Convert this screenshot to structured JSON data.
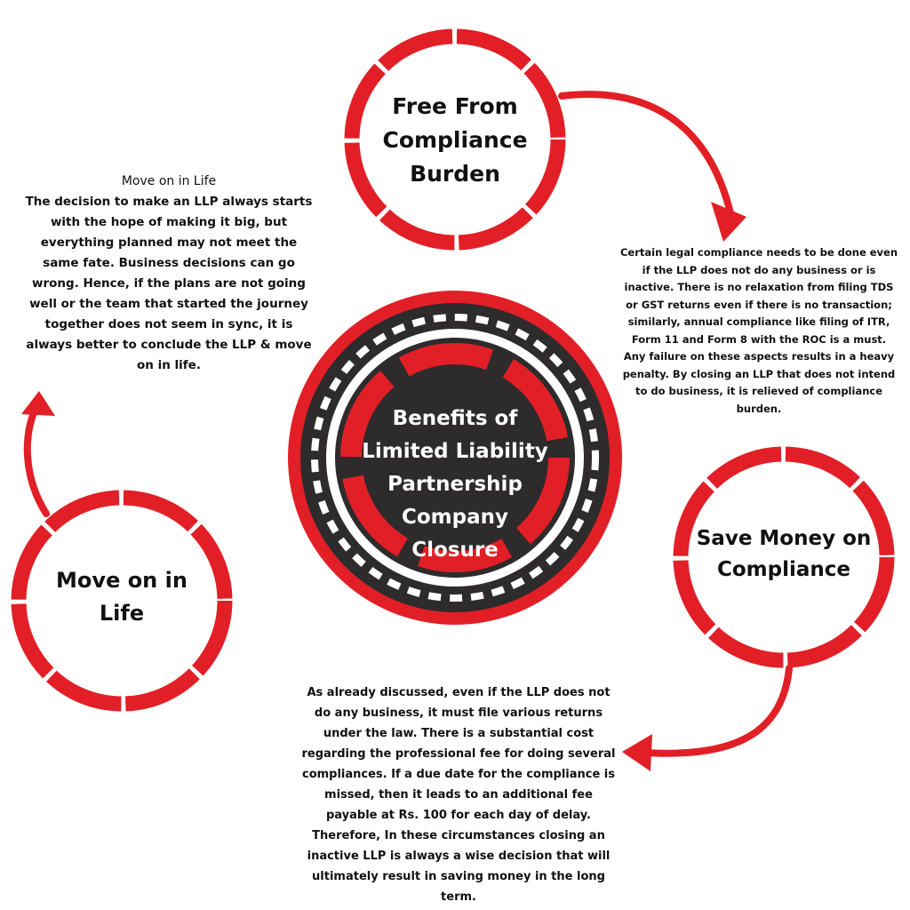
{
  "colors": {
    "accent": "#e21f26",
    "dark": "#2d2b2c",
    "white": "#ffffff",
    "text": "#111111"
  },
  "center": {
    "title": "Benefits of Limited Liability Partnership Company Closure"
  },
  "nodes": [
    {
      "label": "Free From Compliance Burden"
    },
    {
      "label": "Save Money on Compliance"
    },
    {
      "label": "Move on in Life"
    }
  ],
  "descriptions": {
    "compliance_burden": "Certain legal compliance needs to be done even if the LLP does not do any business or is inactive. There is no relaxation from filing TDS or GST returns even if there is no transaction; similarly, annual compliance like filing of ITR, Form 11 and Form 8 with the ROC is a must. Any failure on these aspects results in a heavy penalty. By closing an LLP that does not intend to do business, it is relieved of compliance burden.",
    "save_money": "As already discussed, even if the LLP does not do any business, it must file various returns under the law. There is a substantial cost regarding the professional fee for doing several compliances. If a due date for the compliance is missed, then it leads to an additional fee payable at Rs. 100 for each day of delay. Therefore, In these circumstances closing an inactive LLP is always a wise decision that will ultimately result in saving money in the long term.",
    "move_on_title": "Move on in Life",
    "move_on": "The decision to make an LLP always starts with the hope of making it big, but everything planned may not meet the same fate. Business decisions can go wrong. Hence, if the plans are not going well or the team that started the journey together does not seem in sync, it is always better to conclude the LLP & move on in life."
  },
  "icons": [
    "curved-arrow-icon"
  ]
}
